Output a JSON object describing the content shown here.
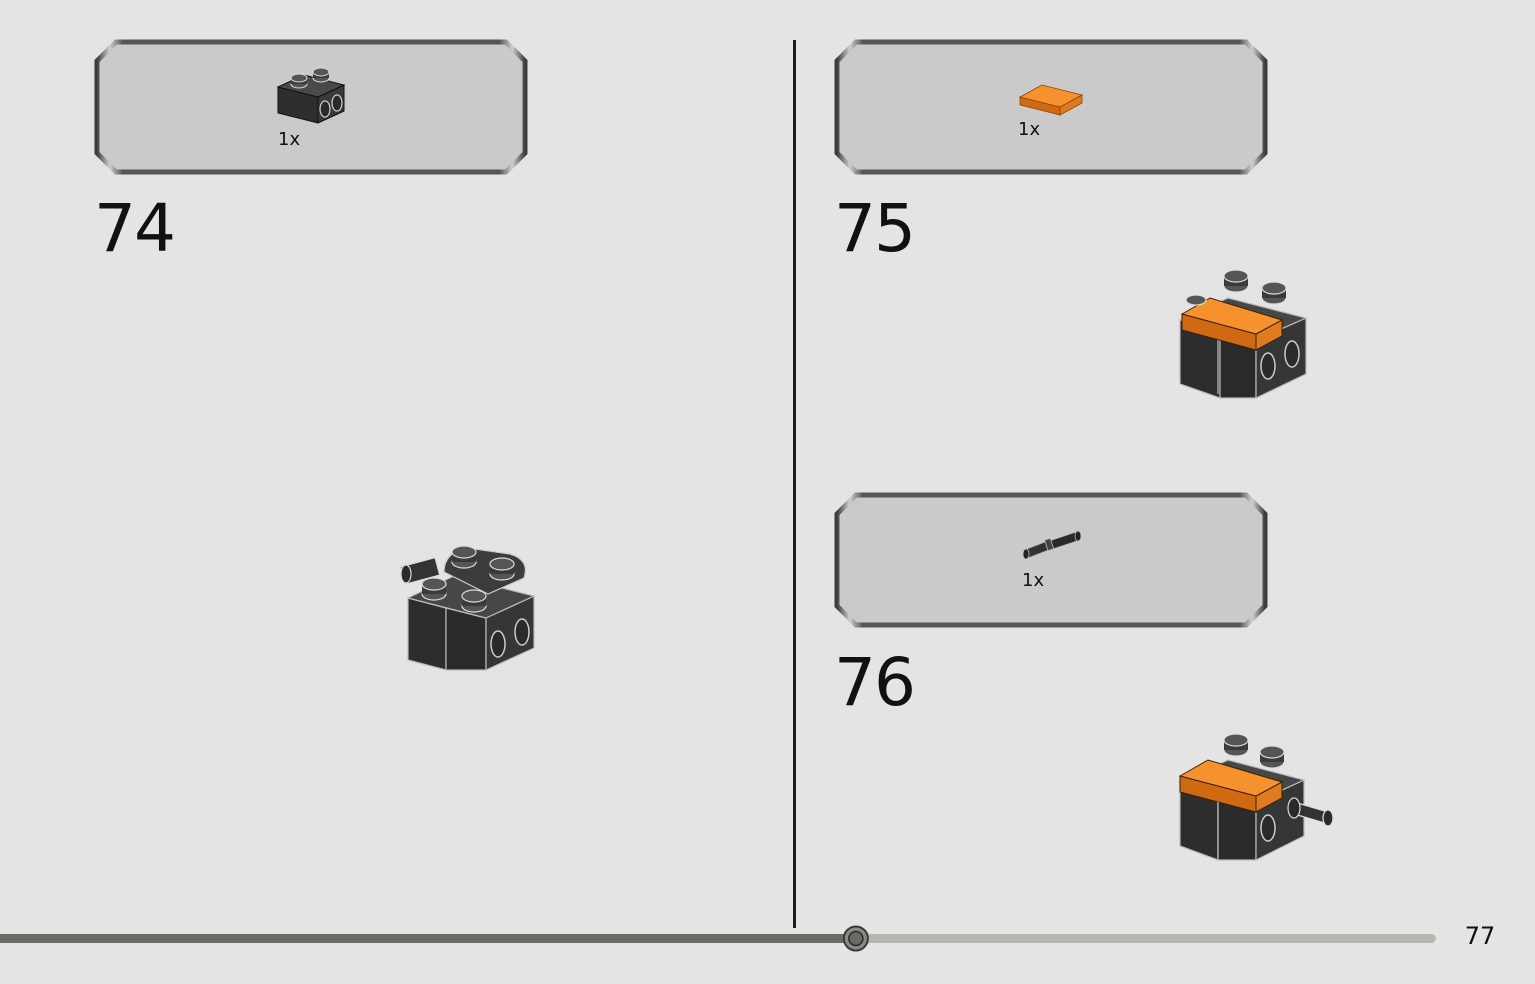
{
  "page": {
    "number": "77"
  },
  "progress": {
    "fraction": 0.596
  },
  "steps": [
    {
      "number": "74",
      "parts": [
        {
          "quantity": "1x",
          "part": "black-technic-brick-1x2-icon"
        }
      ]
    },
    {
      "number": "75",
      "parts": [
        {
          "quantity": "1x",
          "part": "orange-tile-1x2-icon"
        }
      ]
    },
    {
      "number": "76",
      "parts": [
        {
          "quantity": "1x",
          "part": "black-technic-pin-icon"
        }
      ]
    }
  ],
  "colors": {
    "background": "#e4e4e4",
    "parts_box_fill": "#cacaca",
    "brick_black": "#2a2a2a",
    "brick_orange": "#f28a2a",
    "progress_done": "#6a6a66",
    "progress_remaining": "#b8b6b0"
  }
}
